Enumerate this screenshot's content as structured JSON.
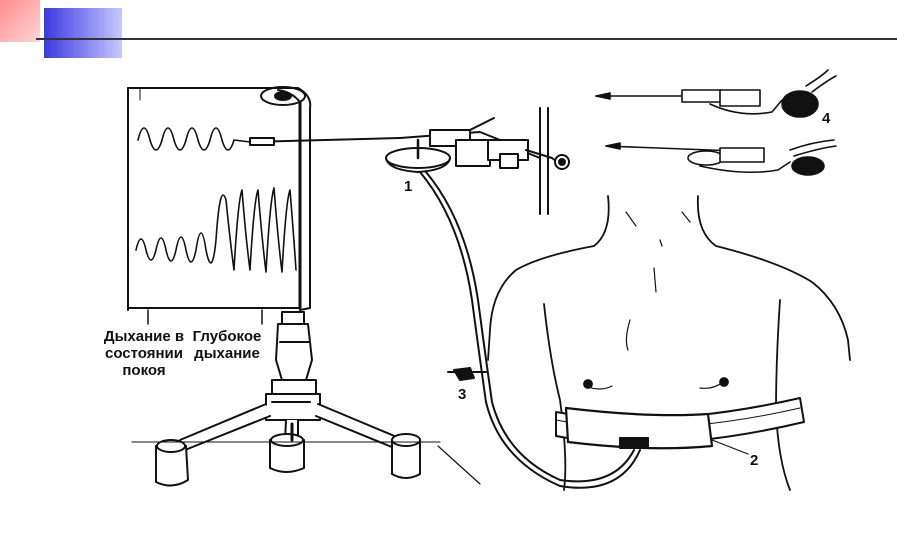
{
  "labels": {
    "rest_line1": "Дыхание в",
    "rest_line2": "состоянии",
    "rest_line3": "покоя",
    "deep_line1": "Глубокое",
    "deep_line2": "дыхание"
  },
  "numbers": {
    "n1": "1",
    "n2": "2",
    "n3": "3",
    "n4": "4"
  }
}
